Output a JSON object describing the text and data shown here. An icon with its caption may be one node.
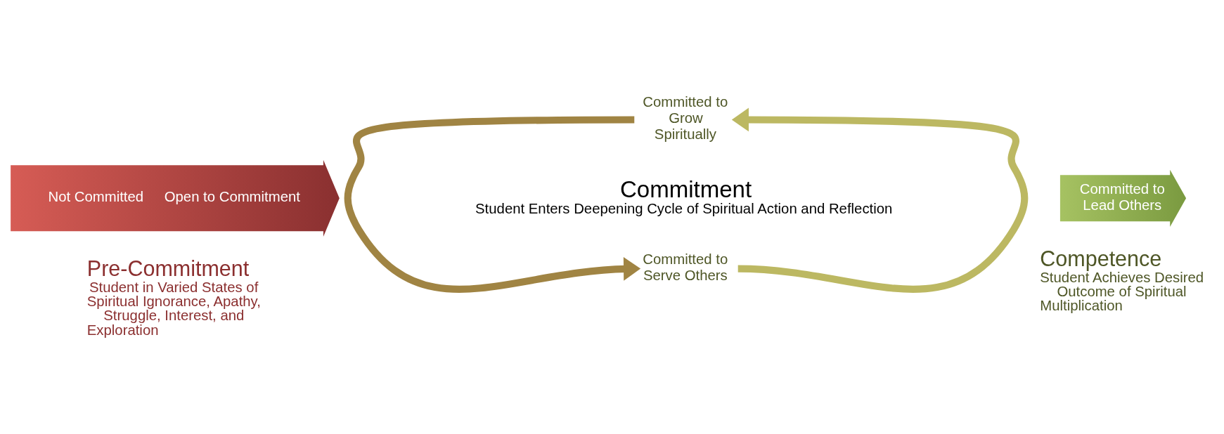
{
  "diagram": {
    "nodes": [
      {
        "text": [
          "Not Committed",
          "Open to Commitment"
        ],
        "beside": [
          "Pre-Commitment",
          "Student in Varied States of Spiritual Ignorance, Apathy, Struggle, Interest, and Exploration"
        ]
      },
      {
        "text": [
          "Committed to Grow Spiritually"
        ]
      },
      {
        "text": [
          "Commitment",
          "Student Enters Deepening Cycle of Spiritual Action and Reflection"
        ]
      },
      {
        "text": [
          "Committed to Serve Others"
        ]
      },
      {
        "text": [
          "Committed to Lead Others"
        ],
        "beside": [
          "Competence",
          "Student Achieves Desired Outcome of Spiritual Multiplication"
        ]
      }
    ],
    "edges": [
      {
        "from": 1,
        "to": 3,
        "arrow": "to",
        "color": "#a08443"
      },
      {
        "from": 3,
        "to": 1,
        "arrow": "to",
        "color": "#bcb862"
      }
    ]
  }
}
